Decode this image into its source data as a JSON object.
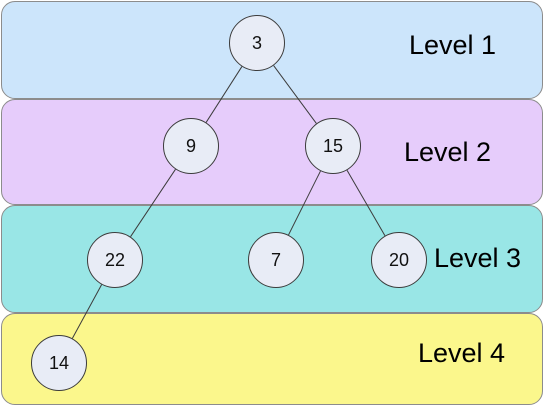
{
  "levels": [
    {
      "label": "Level 1",
      "color": "#cce5fb"
    },
    {
      "label": "Level 2",
      "color": "#e6ccfb"
    },
    {
      "label": "Level 3",
      "color": "#99e6e6"
    },
    {
      "label": "Level 4",
      "color": "#fbf78c"
    }
  ],
  "nodes": {
    "root": "3",
    "left": "9",
    "right": "15",
    "left_left": "22",
    "right_left": "7",
    "right_right": "20",
    "left_left_left": "14"
  },
  "edges": [
    [
      "3",
      "9"
    ],
    [
      "3",
      "15"
    ],
    [
      "9",
      "22"
    ],
    [
      "15",
      "7"
    ],
    [
      "15",
      "20"
    ],
    [
      "22",
      "14"
    ]
  ]
}
